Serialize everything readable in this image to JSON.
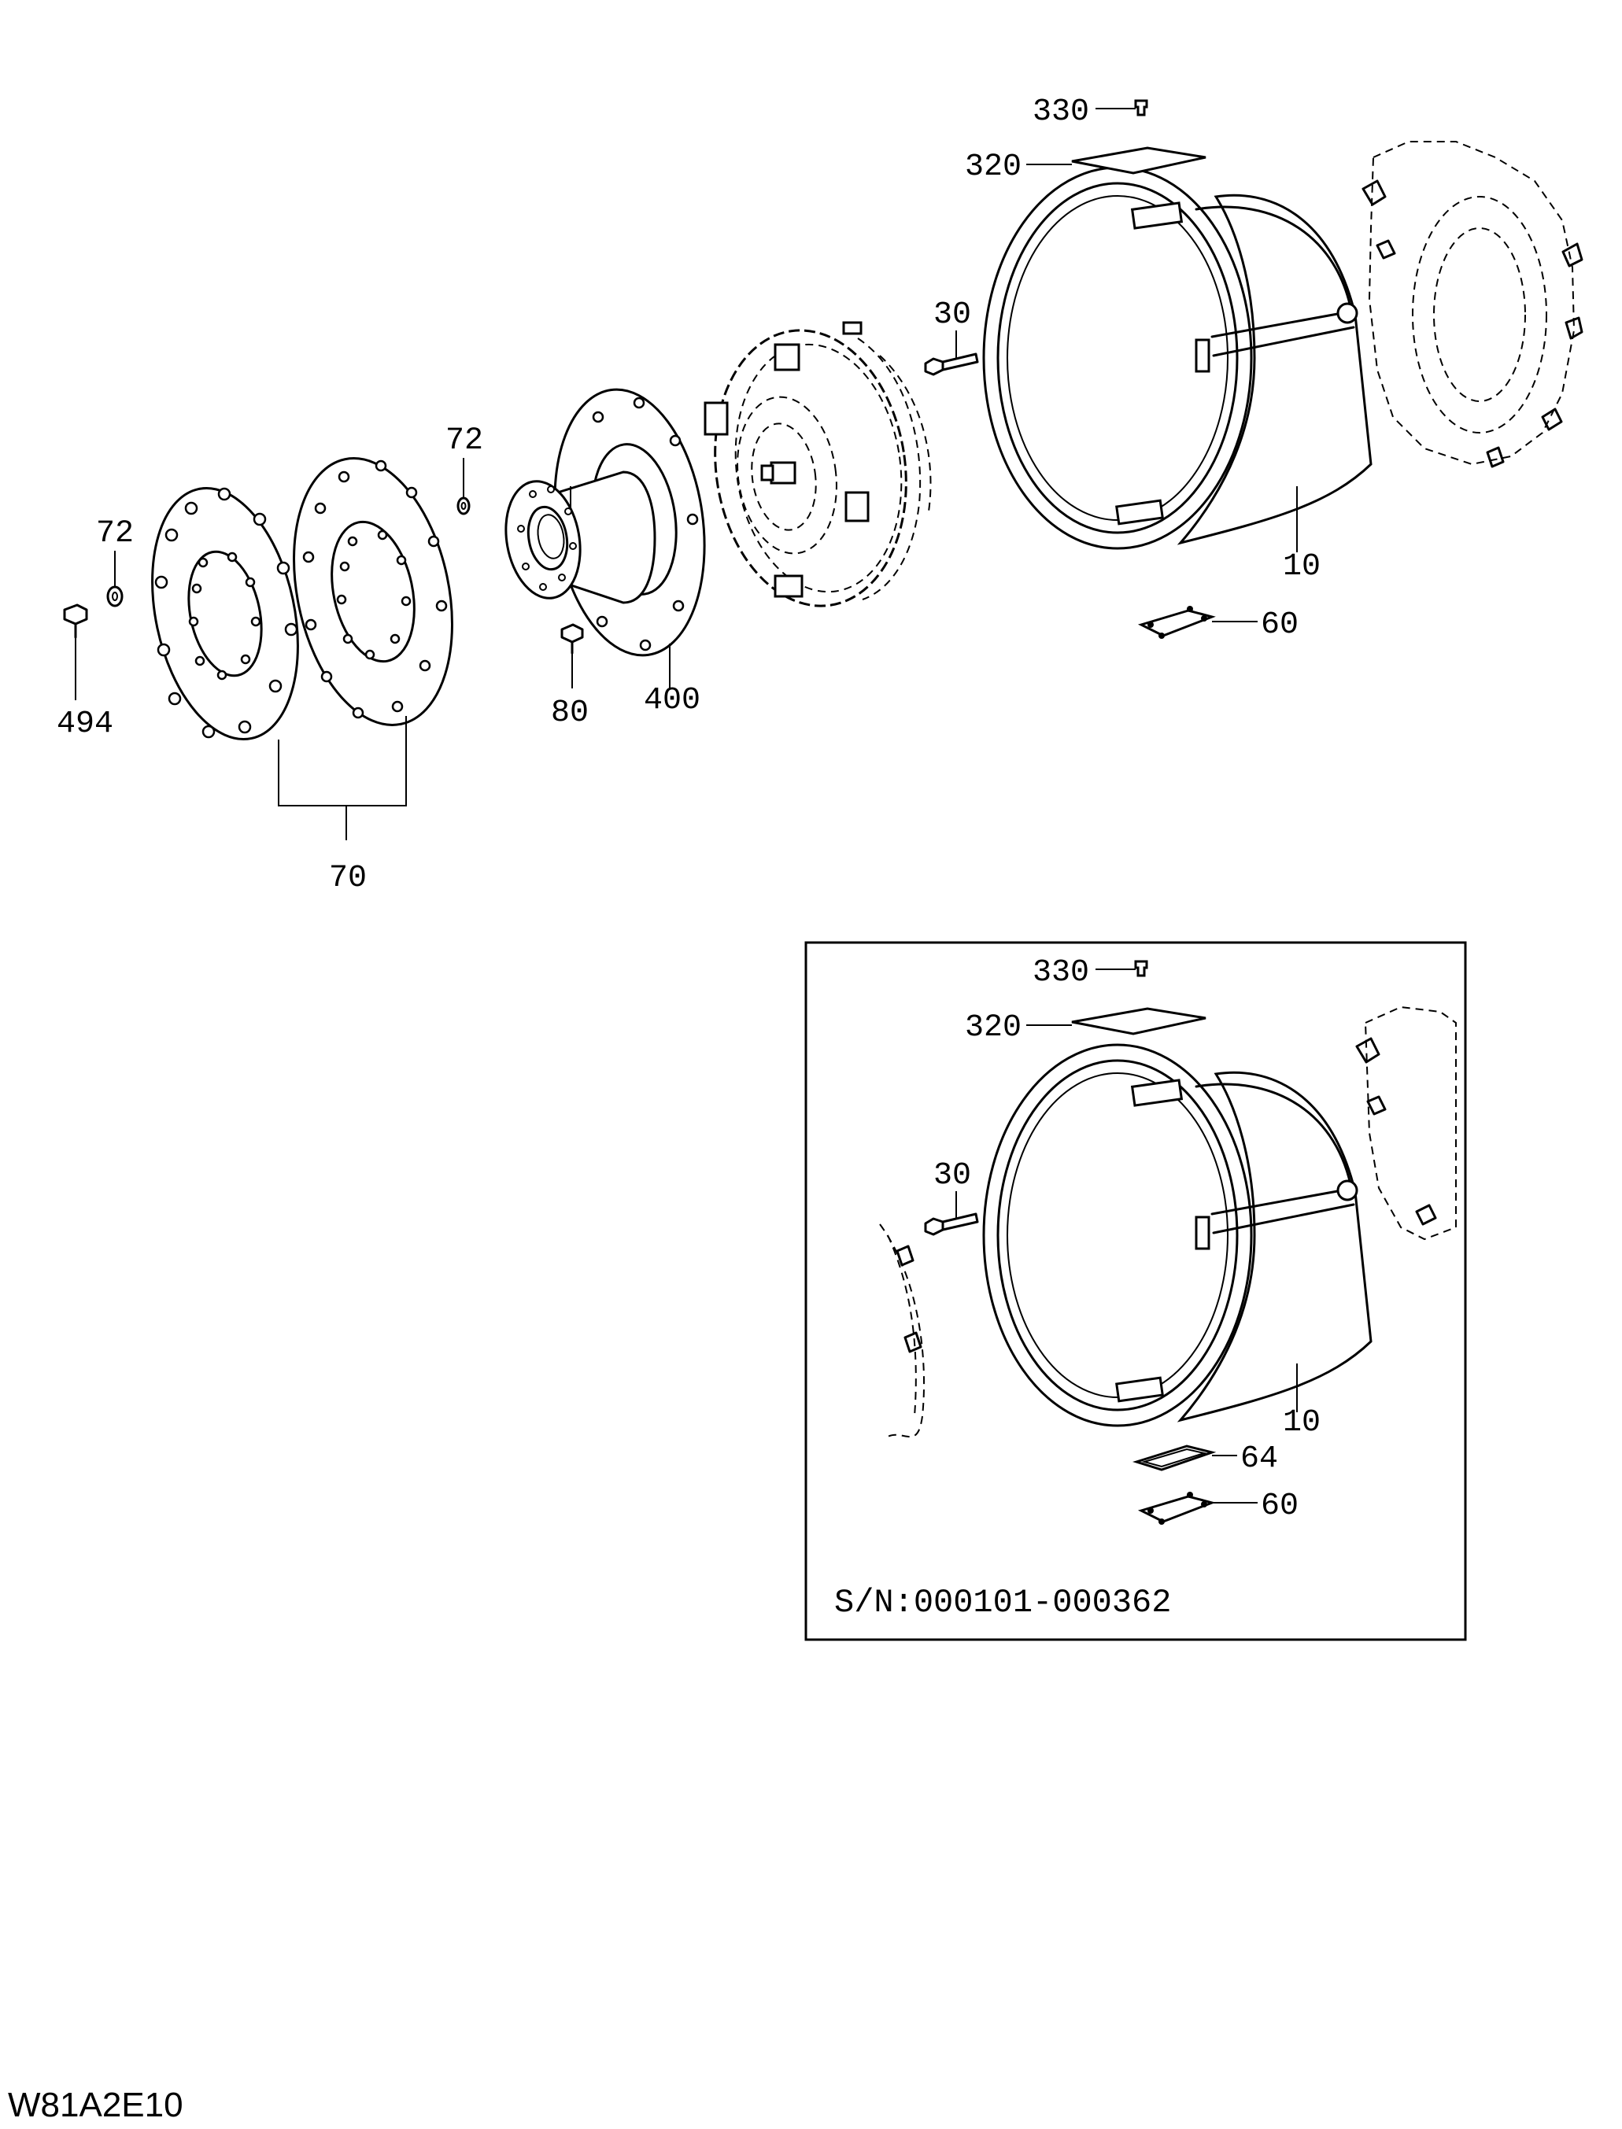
{
  "main_view": {
    "callouts": [
      "330",
      "320",
      "30",
      "72",
      "72",
      "494",
      "70",
      "80",
      "400",
      "10",
      "60"
    ]
  },
  "inset_view": {
    "callouts": [
      "330",
      "320",
      "30",
      "10",
      "64",
      "60"
    ],
    "serial_range": "S/N:000101-000362"
  },
  "drawing_code": "W81A2E10"
}
